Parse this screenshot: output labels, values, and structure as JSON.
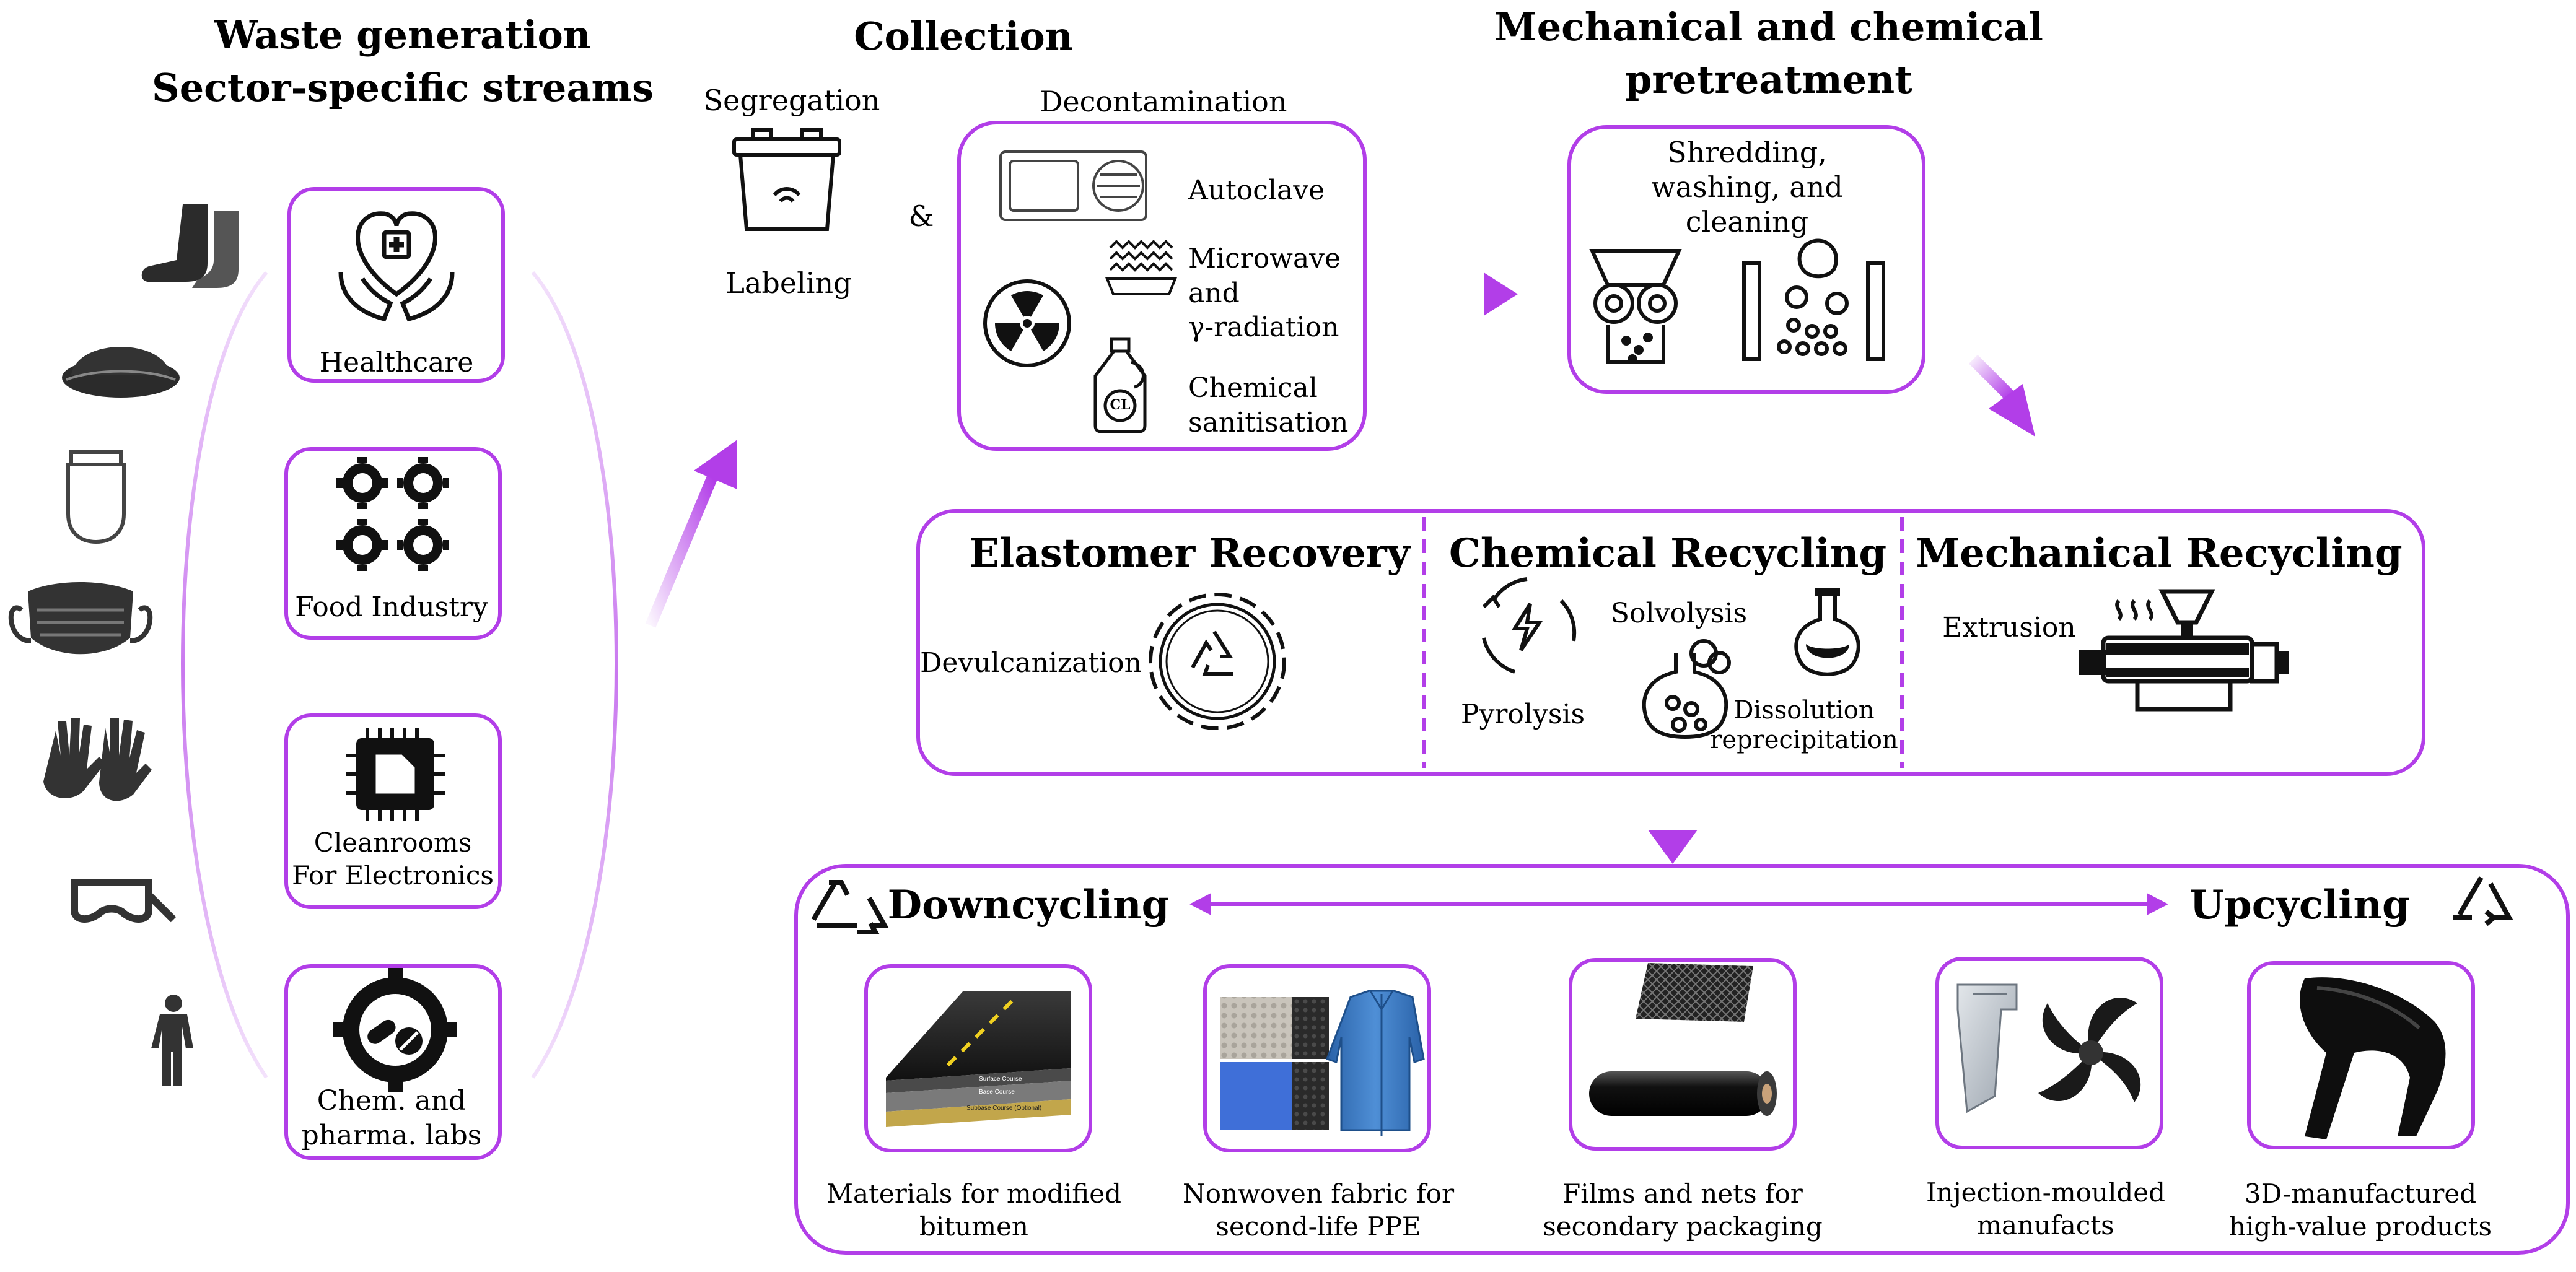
{
  "colors": {
    "accent": "#b23ee8",
    "accent_light": "#e8b8f8",
    "text": "#111111",
    "icon": "#1a1a1a"
  },
  "waste": {
    "title_1": "Waste generation",
    "title_2": "Sector-specific streams",
    "sectors": [
      {
        "label_1": "Healthcare",
        "label_2": ""
      },
      {
        "label_1": "Food Industry",
        "label_2": ""
      },
      {
        "label_1": "Cleanrooms",
        "label_2": "For Electronics"
      },
      {
        "label_1": "Chem. and",
        "label_2": "pharma. labs"
      }
    ],
    "ppe_icons": [
      "shoe-cover-icon",
      "hair-cap-icon",
      "face-shield-icon",
      "face-mask-icon",
      "gloves-icon",
      "safety-goggles-icon",
      "coverall-icon"
    ]
  },
  "collection": {
    "title": "Collection",
    "segregation": "Segregation",
    "labeling": "Labeling",
    "ampersand": "&",
    "decontamination": "Decontamination",
    "methods": {
      "autoclave": "Autoclave",
      "microwave_1": "Microwave",
      "microwave_2": "and",
      "microwave_3": "γ-radiation",
      "chemical_1": "Chemical",
      "chemical_2": "sanitisation",
      "cl_label": "CL"
    }
  },
  "pretreatment": {
    "title_1": "Mechanical and chemical",
    "title_2": "pretreatment",
    "text_1": "Shredding,",
    "text_2": "washing, and",
    "text_3": "cleaning"
  },
  "recycling": {
    "elastomer": {
      "title": "Elastomer Recovery",
      "method": "Devulcanization"
    },
    "chemical": {
      "title": "Chemical Recycling",
      "solvolysis": "Solvolysis",
      "pyrolysis": "Pyrolysis",
      "dissolution_1": "Dissolution",
      "dissolution_2": "reprecipitation"
    },
    "mechanical": {
      "title": "Mechanical Recycling",
      "method": "Extrusion"
    }
  },
  "products": {
    "downcycling": "Downcycling",
    "upcycling": "Upcycling",
    "items": [
      {
        "label_1": "Materials for modified",
        "label_2": "bitumen"
      },
      {
        "label_1": "Nonwoven fabric for",
        "label_2": "second-life PPE"
      },
      {
        "label_1": "Films and nets for",
        "label_2": "secondary packaging"
      },
      {
        "label_1": "Injection-moulded",
        "label_2": "manufacts"
      },
      {
        "label_1": "3D-manufactured",
        "label_2": "high-value products"
      }
    ],
    "road_layers": [
      "Surface Course",
      "Base Course",
      "Subbase Course (Optional)"
    ]
  }
}
